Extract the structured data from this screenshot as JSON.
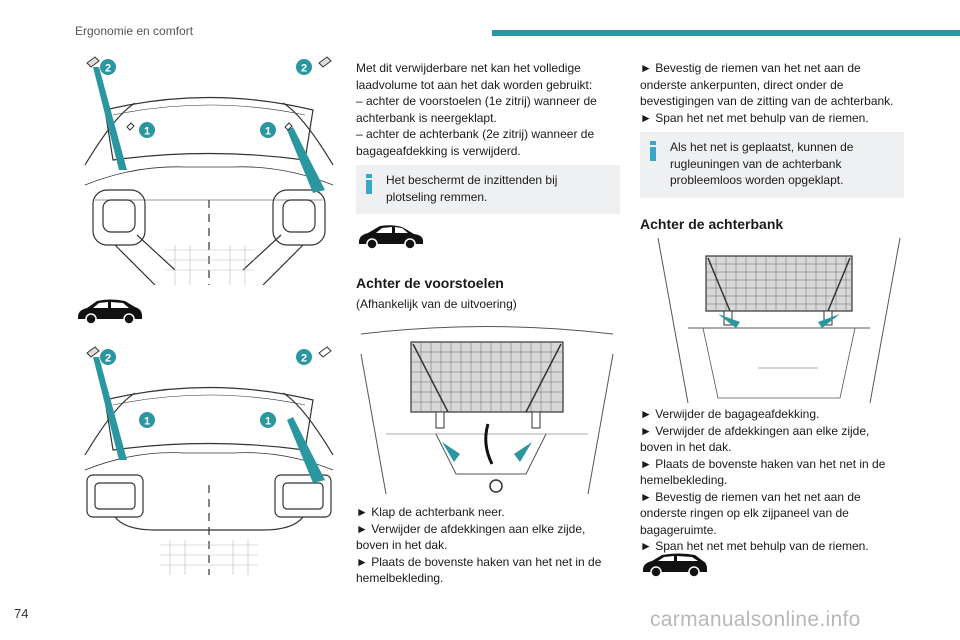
{
  "header": {
    "section": "Ergonomie en comfort"
  },
  "page_number": "74",
  "watermark": "carmanualsonline.info",
  "callouts": {
    "one": "1",
    "two": "2"
  },
  "col2": {
    "intro": [
      "Met dit verwijderbare net kan het volledige",
      "laadvolume tot aan het dak worden gebruikt:",
      "– achter de voorstoelen (1e zitrij) wanneer de",
      "achterbank is neergeklapt.",
      "– achter de achterbank (2e zitrij) wanneer de",
      "bagageafdekking is verwijderd."
    ],
    "info": "Het beschermt de inzittenden bij plotseling remmen.",
    "heading": "Achter de voorstoelen",
    "sub": "(Afhankelijk van de uitvoering)",
    "steps": [
      "► Klap de achterbank neer.",
      "► Verwijder de afdekkingen aan elke zijde, boven in het dak.",
      "► Plaats de bovenste haken van het net in de hemelbekleding."
    ]
  },
  "col3": {
    "steps_top": [
      "► Bevestig de riemen van het net aan de onderste ankerpunten, direct onder de bevestigingen van de zitting van de achterbank.",
      "► Span het net met behulp van de riemen."
    ],
    "info": "Als het net is geplaatst, kunnen de rugleuningen van de achterbank probleemloos worden opgeklapt.",
    "heading": "Achter de achterbank",
    "steps": [
      "► Verwijder de bagageafdekking.",
      "► Verwijder de afdekkingen aan elke zijde, boven in het dak.",
      "► Plaats de bovenste haken van het net in de hemelbekleding.",
      "► Bevestig de riemen van het net aan de onderste ringen op elk zijpaneel van de bagageruimte.",
      "► Span het net met behulp van de riemen."
    ]
  },
  "colors": {
    "accent": "#2a97a0",
    "info_icon": "#3aa6c8",
    "info_bg": "#eef0f2"
  }
}
